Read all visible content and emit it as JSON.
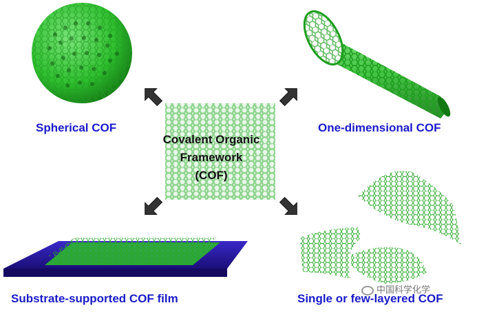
{
  "center": {
    "line1": "Covalent Organic",
    "line2": "Framework",
    "line3": "(COF)"
  },
  "labels": {
    "spherical": "Spherical COF",
    "one_dimensional": "One-dimensional COF",
    "substrate": "Substrate-supported COF film",
    "single": "Single or few-layered COF"
  },
  "watermark": "中国科学化学",
  "colors": {
    "label_blue": "#1a1ac8",
    "cof_green": "#2fbf2f",
    "center_green": "#9bd99b",
    "substrate_blue": "#2a1aa8",
    "arrow_gray": "#333333"
  }
}
